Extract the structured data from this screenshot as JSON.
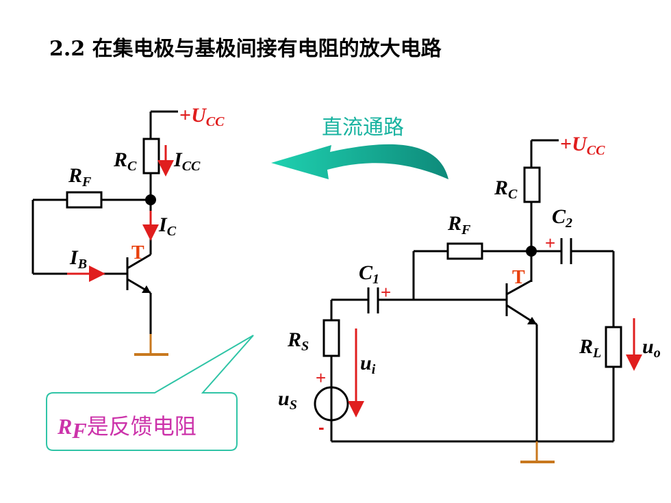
{
  "title": "2.2  在集电极与基极间接有电阻的放大电路",
  "dc_path_label": "直流通路",
  "callout": {
    "symbol": "R",
    "subscript": "F",
    "text": "是反馈电阻"
  },
  "left": {
    "vcc": {
      "sign": "+",
      "sym": "U",
      "sub": "CC"
    },
    "rc": {
      "sym": "R",
      "sub": "C"
    },
    "icc": {
      "sym": "I",
      "sub": "CC"
    },
    "rf": {
      "sym": "R",
      "sub": "F"
    },
    "ic": {
      "sym": "I",
      "sub": "C"
    },
    "ib": {
      "sym": "I",
      "sub": "B"
    },
    "transistor": "T"
  },
  "right": {
    "vcc": {
      "sign": "+",
      "sym": "U",
      "sub": "CC"
    },
    "rc": {
      "sym": "R",
      "sub": "C"
    },
    "rf": {
      "sym": "R",
      "sub": "F"
    },
    "c1": {
      "sym": "C",
      "sub": "1"
    },
    "c2": {
      "sym": "C",
      "sub": "2"
    },
    "rs": {
      "sym": "R",
      "sub": "S"
    },
    "rl": {
      "sym": "R",
      "sub": "L"
    },
    "ui": {
      "sym": "u",
      "sub": "i"
    },
    "uo": {
      "sym": "u",
      "sub": "o"
    },
    "us": {
      "sym": "u",
      "sub": "S"
    },
    "transistor": "T",
    "plus_sign": "+",
    "minus_sign": "-"
  },
  "colors": {
    "current_arrow": "#e01e1e",
    "label_red": "#e01e1e",
    "transistor_label": "#e8400c",
    "ground": "#c8781e",
    "curved_arrow": "#19b3a0",
    "callout_border": "#2fc4a6",
    "callout_text": "#cc33aa"
  }
}
